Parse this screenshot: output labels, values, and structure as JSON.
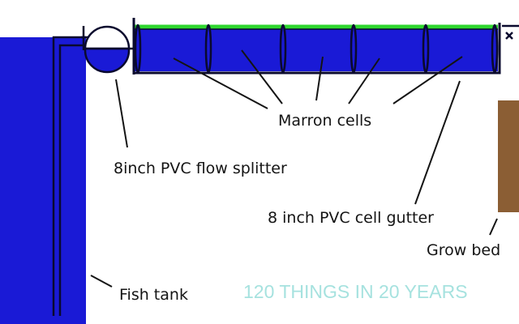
{
  "labels": {
    "marron_cells": "Marron cells",
    "flow_splitter": "8inch PVC flow splitter",
    "cell_gutter": "8 inch PVC cell gutter",
    "grow_bed": "Grow bed",
    "fish_tank": "Fish tank"
  },
  "watermark": "120 THINGS IN 20 YEARS",
  "colors": {
    "water": "#1a1ad6",
    "outline": "#0a0a2e",
    "overflow_water": "#2fd62f",
    "grow_bed": "#8b5e34",
    "watermark": "#a6e2df",
    "leader": "#141414"
  }
}
